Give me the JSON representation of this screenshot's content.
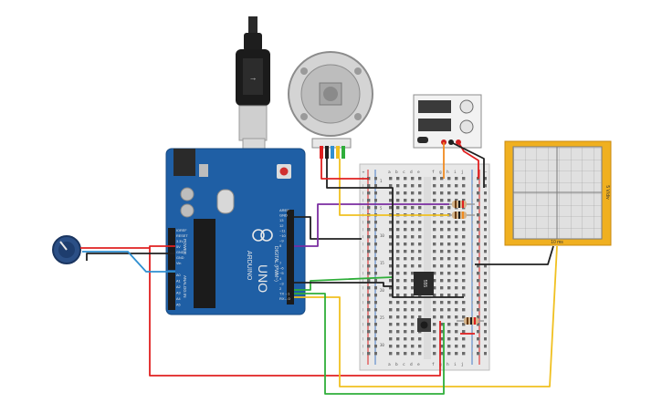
{
  "arduino": {
    "brand": "ARDUINO",
    "model": "UNO",
    "digital_label": "DIGITAL (PWM~)",
    "power_label": "POWER",
    "analog_label": "ANALOG IN",
    "header_pins_top": [
      "AREF",
      "GND",
      "13",
      "12",
      "~11",
      "~10",
      "~9",
      "8"
    ],
    "header_pins_mid": [
      "7",
      "~6",
      "~5",
      "4",
      "~3",
      "2",
      "TX→1",
      "RX←0"
    ],
    "power_pins": [
      "IOREF",
      "RESET",
      "3.3V",
      "5V",
      "GND",
      "GND",
      "Vin"
    ],
    "analog_pins": [
      "A0",
      "A1",
      "A2",
      "A3",
      "A4",
      "A5"
    ]
  },
  "breadboard": {
    "col_letters_left": [
      "a",
      "b",
      "c",
      "d",
      "e"
    ],
    "col_letters_right": [
      "f",
      "g",
      "h",
      "i",
      "j"
    ],
    "row_numbers": [
      "1",
      "5",
      "10",
      "15",
      "20",
      "25",
      "30"
    ],
    "rail_plus": "+",
    "rail_minus": "−"
  },
  "ic_chip": {
    "label": "555"
  },
  "oscilloscope": {
    "label_right": "5 V/div",
    "label_bottom": "10 ms"
  },
  "icons": {
    "usb": "usb-cable-icon",
    "motor": "dc-motor-icon",
    "pot": "potentiometer-icon",
    "psu": "power-supply-icon",
    "button": "pushbutton-icon"
  },
  "colors": {
    "arduino_blue": "#1f5fa5",
    "breadboard": "#e8e8e8",
    "wire_red": "#e02020",
    "wire_black": "#202020",
    "wire_yellow": "#f0c020",
    "wire_green": "#2fae3a",
    "wire_purple": "#7a2da0",
    "wire_blue": "#2f8fd0",
    "wire_orange": "#f08a20",
    "scope_frame": "#f0b020"
  }
}
